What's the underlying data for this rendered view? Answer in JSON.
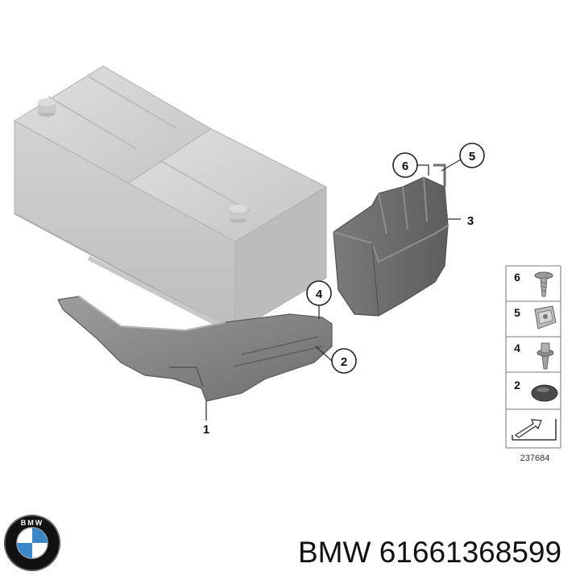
{
  "diagram": {
    "callouts": [
      {
        "id": "c1",
        "number": "1"
      },
      {
        "id": "c2",
        "number": "2"
      },
      {
        "id": "c3",
        "number": "3"
      },
      {
        "id": "c4",
        "number": "4"
      },
      {
        "id": "c5",
        "number": "5"
      },
      {
        "id": "c6",
        "number": "6"
      }
    ],
    "legend": {
      "rows": [
        {
          "number": "6",
          "icon": "screw-icon"
        },
        {
          "number": "5",
          "icon": "clip-nut-icon"
        },
        {
          "number": "4",
          "icon": "push-rivet-icon"
        },
        {
          "number": "2",
          "icon": "round-cap-icon"
        }
      ],
      "footer_icon": "arrow-bracket-icon",
      "drawing_number": "237684"
    },
    "colors": {
      "battery": "#cfcfcf",
      "parts": "#8a8a8a",
      "outline": "#5a5a5a"
    }
  },
  "brand": {
    "logo_text": "BMW",
    "caption_brand": "BMW",
    "caption_part_number": "61661368599"
  }
}
